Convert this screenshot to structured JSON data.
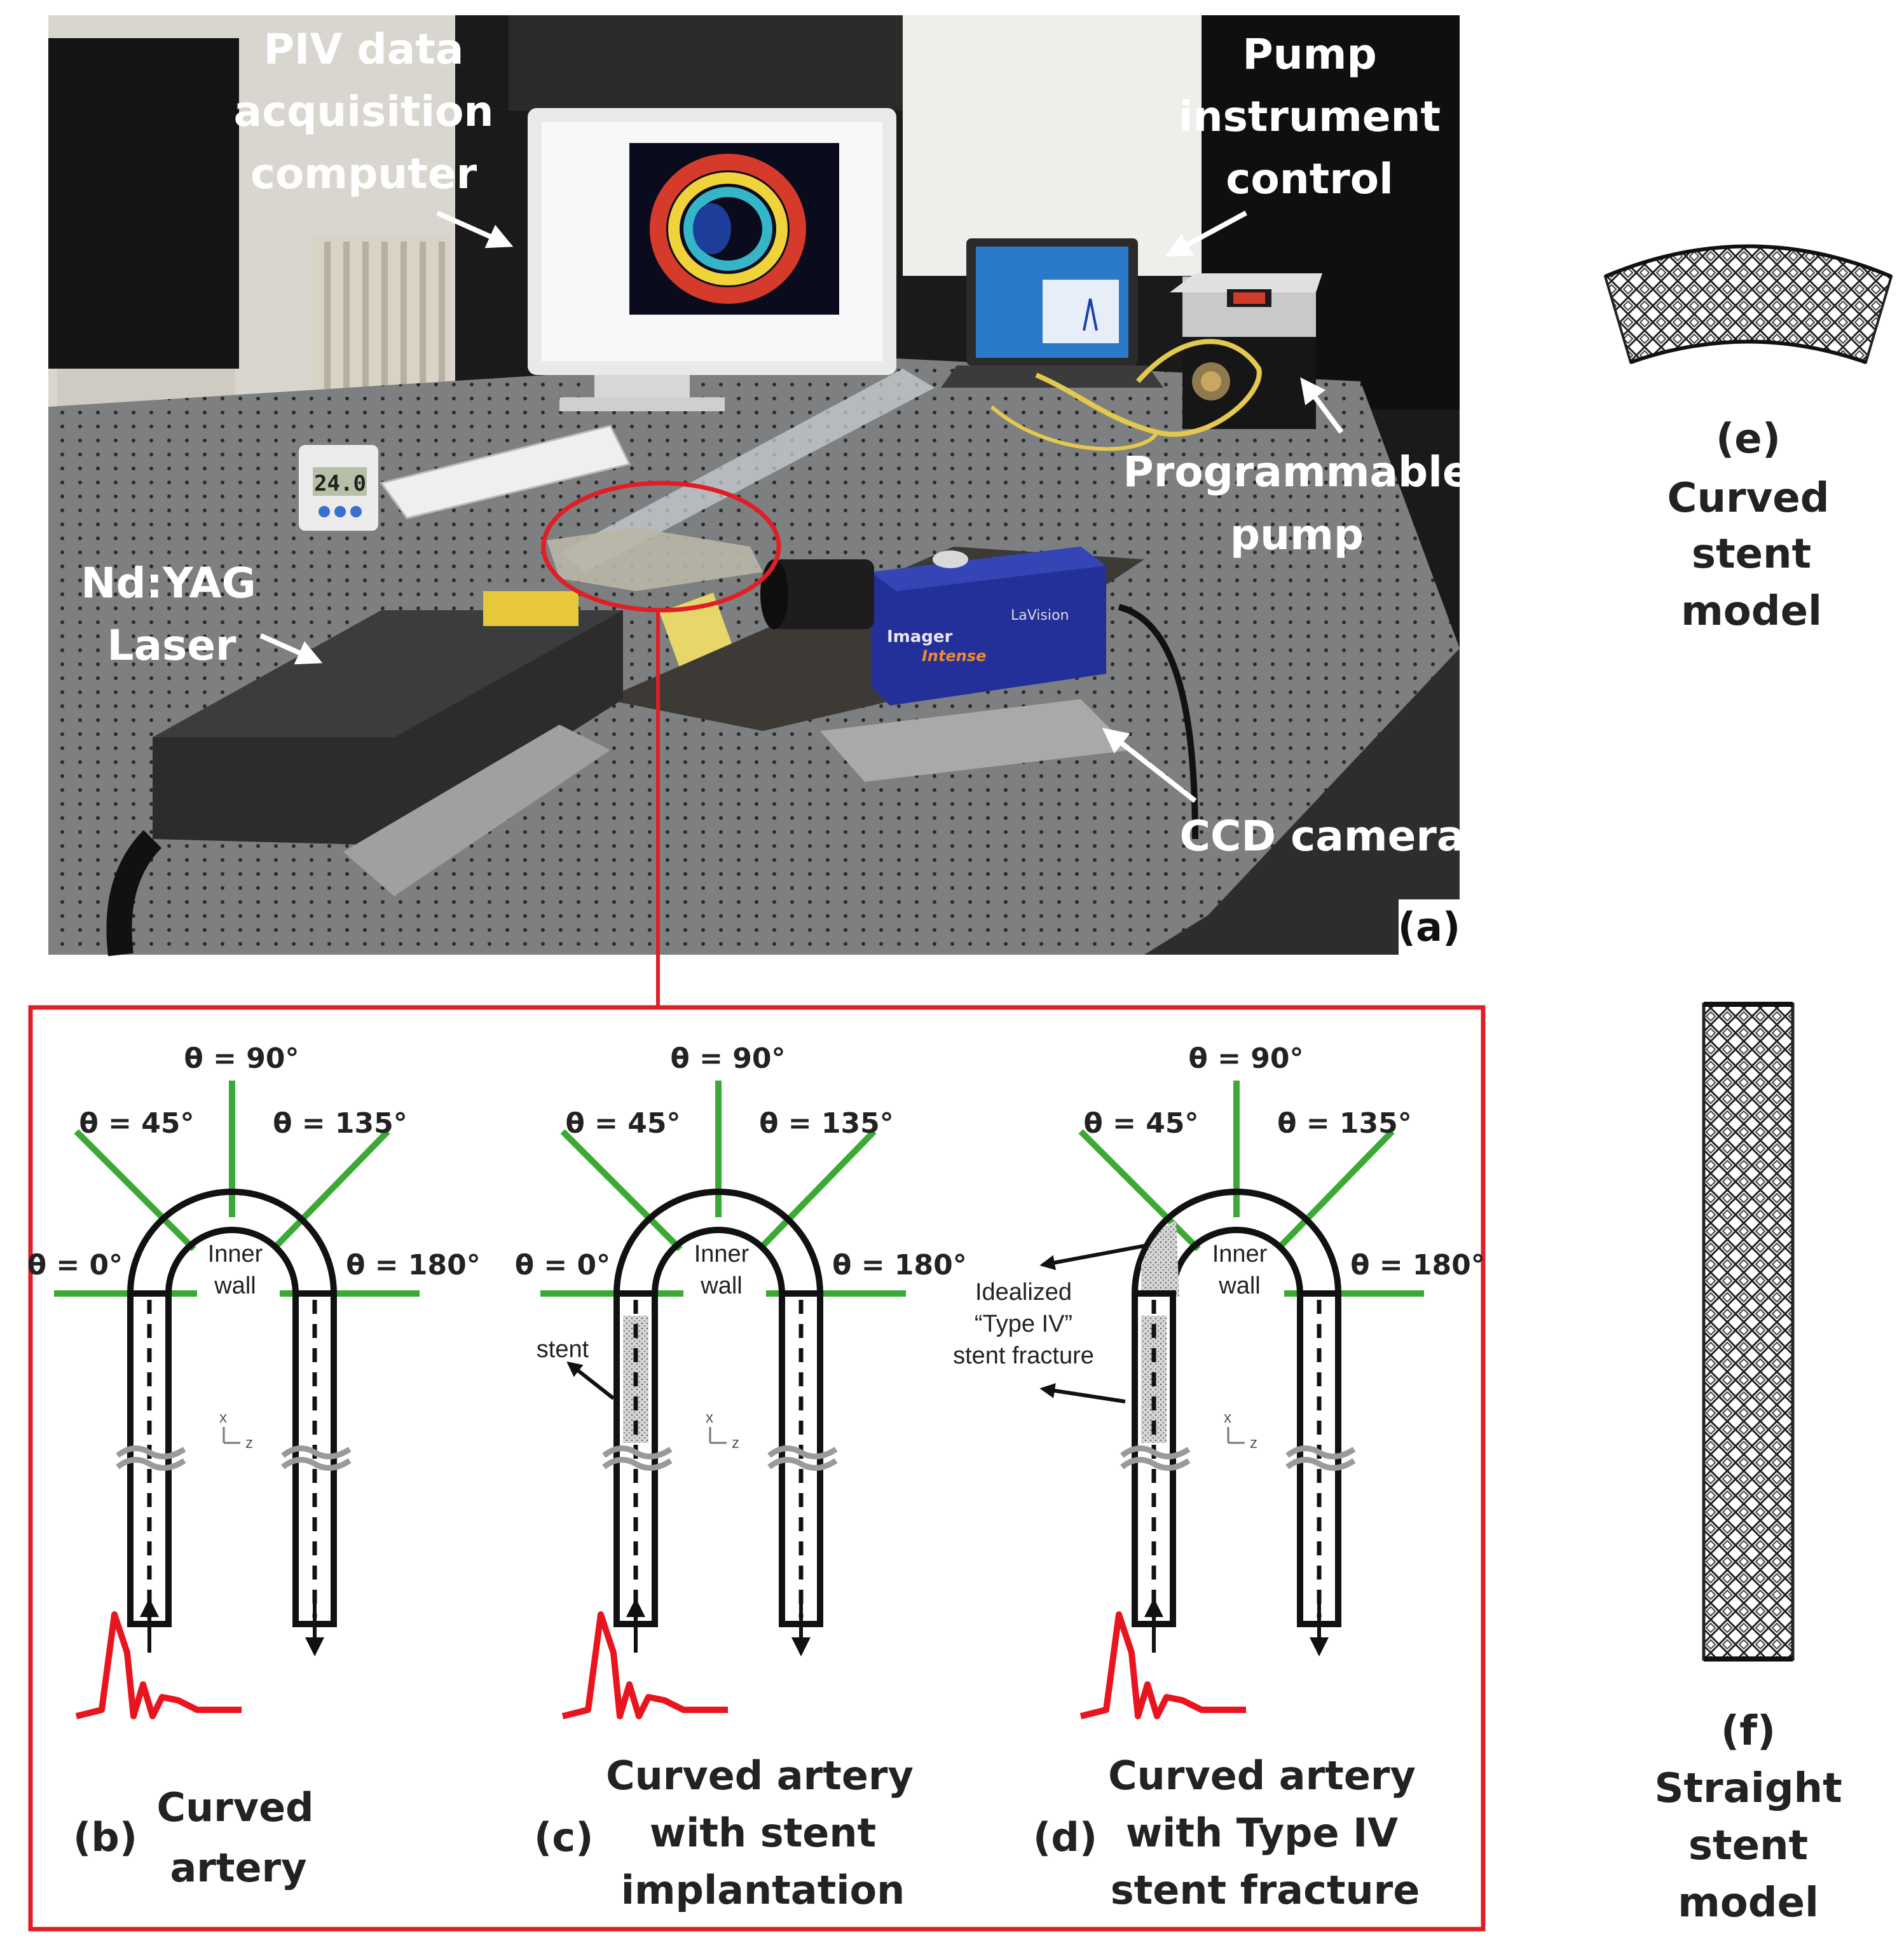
{
  "photo": {
    "panel_label": "(a)",
    "callouts": {
      "piv": [
        "PIV data",
        "acquisition",
        "computer"
      ],
      "pump_control": [
        "Pump",
        "instrument",
        "control"
      ],
      "pump": [
        "Programmable",
        "pump"
      ],
      "laser": [
        "Nd:YAG",
        "Laser"
      ],
      "camera": "CCD camera"
    },
    "thermometer_reading": "24.0",
    "camera_brand": "LaVision",
    "camera_model": "Imager",
    "camera_model_sub": "Intense"
  },
  "angles": {
    "a0": "θ = 0°",
    "a45": "θ = 45°",
    "a90": "θ = 90°",
    "a135": "θ = 135°",
    "a180": "θ = 180°"
  },
  "inner_wall": [
    "Inner",
    "wall"
  ],
  "axes": {
    "x": "x",
    "z": "z"
  },
  "stent_label": "stent",
  "fracture_label": [
    "Idealized",
    "“Type IV”",
    "stent fracture"
  ],
  "panels": [
    {
      "id": "(b)",
      "title": [
        "Curved",
        "artery"
      ]
    },
    {
      "id": "(c)",
      "title": [
        "Curved artery",
        "with stent",
        "implantation"
      ]
    },
    {
      "id": "(d)",
      "title": [
        "Curved artery",
        "with Type IV",
        "stent fracture"
      ]
    }
  ],
  "stent_models": {
    "curved": {
      "id": "(e)",
      "title": [
        "Curved",
        "stent",
        "model"
      ]
    },
    "straight": {
      "id": "(f)",
      "title": [
        "Straight",
        "stent",
        "model"
      ]
    }
  },
  "colors": {
    "frame_red": "#e01e26",
    "green": "#3aaa35",
    "waveform_red": "#e8151f"
  }
}
